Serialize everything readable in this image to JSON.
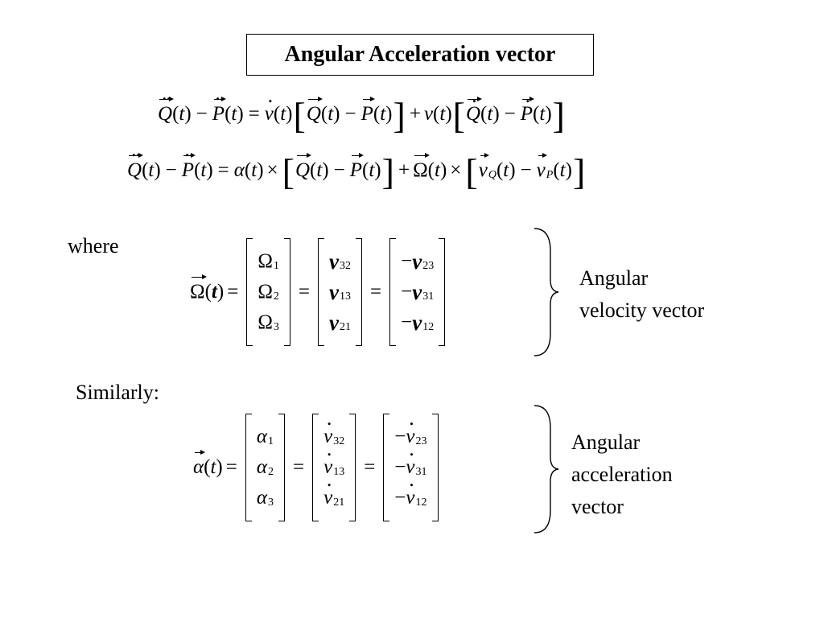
{
  "title": "Angular Acceleration vector",
  "labels": {
    "where": "where",
    "similarly": "Similarly:",
    "angular_velocity_line1": "Angular",
    "angular_velocity_line2": "velocity vector",
    "angular_accel_line1": "Angular",
    "angular_accel_line2": "acceleration",
    "angular_accel_line3": "vector"
  },
  "symbols": {
    "Q": "Q",
    "P": "P",
    "t": "t",
    "nu": "ν",
    "alpha": "α",
    "Omega": "Ω",
    "v": "v",
    "sub_Q": "Q",
    "sub_P": "P",
    "minus": "−",
    "equals": "=",
    "plus": "+",
    "times": "×"
  },
  "omega_matrix": {
    "lhs": [
      "Ω1",
      "Ω2",
      "Ω3"
    ],
    "nu": [
      "32",
      "13",
      "21"
    ],
    "neg_nu": [
      "23",
      "31",
      "12"
    ]
  },
  "alpha_matrix": {
    "lhs": [
      "1",
      "2",
      "3"
    ],
    "nu_dot": [
      "32",
      "13",
      "21"
    ],
    "neg_nu_dot": [
      "23",
      "31",
      "12"
    ]
  }
}
